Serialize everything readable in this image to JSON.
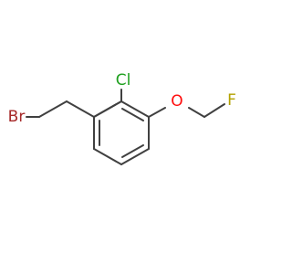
{
  "molecule": {
    "atoms": {
      "br": {
        "symbol": "Br",
        "color": "#A62929"
      },
      "cl": {
        "symbol": "Cl",
        "color": "#1FA01F"
      },
      "o": {
        "symbol": "O",
        "color": "#FF0D0D"
      },
      "f": {
        "symbol": "F",
        "color": "#B3A100"
      }
    },
    "bond_color": "#404040"
  }
}
